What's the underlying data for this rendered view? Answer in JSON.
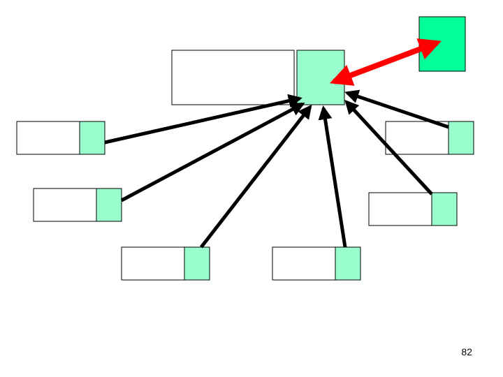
{
  "colors": {
    "node_fill": "#99ffcc",
    "peer_fill": "#00ff99",
    "field_fill": "#ffffff",
    "edge_color": "#000000",
    "exchange_arrow_color": "#ff0000"
  },
  "nodes": [
    {
      "id": "hub",
      "role": "central-node",
      "parts": [
        "field",
        "pointer"
      ]
    },
    {
      "id": "peer",
      "role": "remote-node",
      "parts": [
        "pointer"
      ]
    },
    {
      "id": "left-1",
      "role": "pointing-node",
      "parts": [
        "field",
        "pointer"
      ]
    },
    {
      "id": "left-2",
      "role": "pointing-node",
      "parts": [
        "field",
        "pointer"
      ]
    },
    {
      "id": "bottom-1",
      "role": "pointing-node",
      "parts": [
        "field",
        "pointer"
      ]
    },
    {
      "id": "bottom-2",
      "role": "pointing-node",
      "parts": [
        "field",
        "pointer"
      ]
    },
    {
      "id": "right-1",
      "role": "pointing-node",
      "parts": [
        "field",
        "pointer"
      ]
    },
    {
      "id": "right-2",
      "role": "pointing-node",
      "parts": [
        "field",
        "pointer"
      ]
    }
  ],
  "edges": [
    {
      "from": "left-1",
      "to": "hub",
      "style": "single-arrow"
    },
    {
      "from": "left-2",
      "to": "hub",
      "style": "single-arrow"
    },
    {
      "from": "bottom-1",
      "to": "hub",
      "style": "single-arrow"
    },
    {
      "from": "bottom-2",
      "to": "hub",
      "style": "single-arrow"
    },
    {
      "from": "right-1",
      "to": "hub",
      "style": "single-arrow"
    },
    {
      "from": "right-2",
      "to": "hub",
      "style": "single-arrow"
    },
    {
      "from": "hub",
      "to": "peer",
      "style": "double-arrow"
    }
  ],
  "page_number": "82"
}
